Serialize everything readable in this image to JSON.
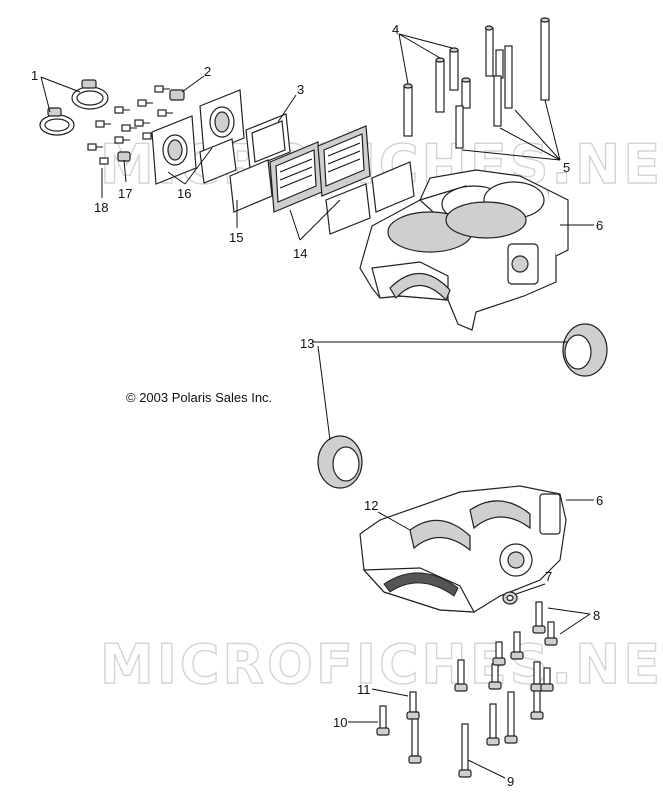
{
  "copyright": "© 2003 Polaris Sales Inc.",
  "watermark": "MICROFICHES.NET",
  "callouts": {
    "c1": "1",
    "c2": "2",
    "c3": "3",
    "c4": "4",
    "c5": "5",
    "c6a": "6",
    "c6b": "6",
    "c7": "7",
    "c8": "8",
    "c9": "9",
    "c10": "10",
    "c11": "11",
    "c12": "12",
    "c13": "13",
    "c14": "14",
    "c15": "15",
    "c16": "16",
    "c17": "17",
    "c18": "18"
  }
}
